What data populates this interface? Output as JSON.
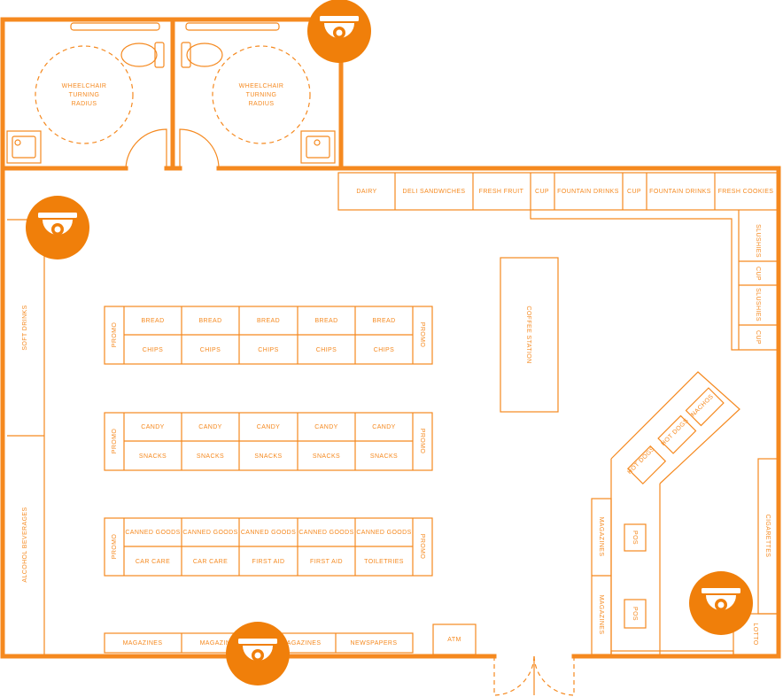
{
  "restrooms": {
    "left_label": [
      "WHEELCHAIR",
      "TURNING",
      "RADIUS"
    ],
    "right_label": [
      "WHEELCHAIR",
      "TURNING",
      "RADIUS"
    ]
  },
  "top_counter": [
    "DAIRY",
    "DELI SANDWICHES",
    "FRESH FRUIT",
    "CUP",
    "FOUNTAIN DRINKS",
    "CUP",
    "FOUNTAIN DRINKS",
    "FRESH COOKIES"
  ],
  "right_counter": [
    "SLUSHIES",
    "CUP",
    "SLUSHIES",
    "CUP"
  ],
  "coffee_station": "COFFEE STATION",
  "left_wall": [
    "SOFT DRINKS",
    "ALCOHOL BEVERAGES"
  ],
  "aisles": [
    {
      "promo": "PROMO",
      "top": [
        "BREAD",
        "BREAD",
        "BREAD",
        "BREAD",
        "BREAD"
      ],
      "bottom": [
        "CHIPS",
        "CHIPS",
        "CHIPS",
        "CHIPS",
        "CHIPS"
      ]
    },
    {
      "promo": "PROMO",
      "top": [
        "CANDY",
        "CANDY",
        "CANDY",
        "CANDY",
        "CANDY"
      ],
      "bottom": [
        "SNACKS",
        "SNACKS",
        "SNACKS",
        "SNACKS",
        "SNACKS"
      ]
    },
    {
      "promo": "PROMO",
      "top": [
        "CANNED GOODS",
        "CANNED GOODS",
        "CANNED GOODS",
        "CANNED GOODS",
        "CANNED GOODS"
      ],
      "bottom": [
        "CAR CARE",
        "CAR CARE",
        "FIRST AID",
        "FIRST AID",
        "TOILETRIES"
      ]
    }
  ],
  "bottom_wall": [
    "MAGAZINES",
    "MAGAZINES",
    "MAGAZINES",
    "NEWSPAPERS"
  ],
  "atm": "ATM",
  "hot_food": [
    "HOT DOGS",
    "HOT DOGS",
    "NACHOS"
  ],
  "checkout": {
    "magazines": [
      "MAGAZINES",
      "MAGAZINES"
    ],
    "pos": [
      "POS",
      "POS"
    ],
    "cigarettes": "CIGARETTES",
    "lotto": "LOTTO"
  },
  "icons": [
    "security-camera-icon"
  ],
  "colors": {
    "accent": "#f5891f",
    "camera": "#f07f0a"
  }
}
